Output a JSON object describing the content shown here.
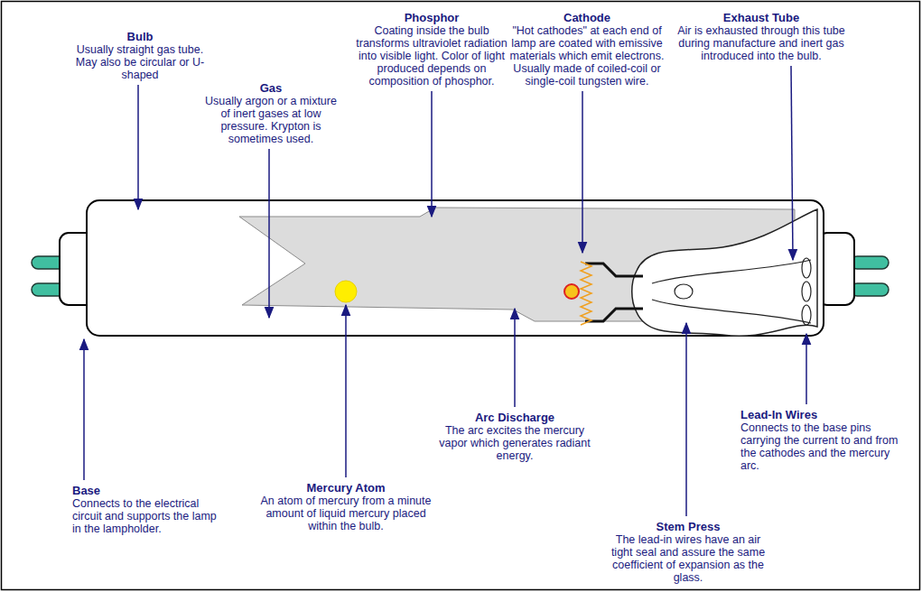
{
  "diagram": {
    "labels": [
      "Bulb",
      "Usually straight gas tube. May also be circular or U- shaped",
      "Gas",
      "Usually argon or a mixture of inert gases at low pressure. Krypton is sometimes used.",
      "Phosphor",
      "Coating inside the bulb transforms ultraviolet radiation into visible light. Color of light produced depends on composition of phosphor.",
      "Cathode",
      "\"Hot cathodes\" at each end of lamp are coated with emissive materials which emit electrons. Usually made of coiled-coil or single-coil tungsten wire.",
      "Exhaust Tube",
      "Air is exhausted through this tube during manufacture and inert gas introduced into the bulb.",
      "Lead-In Wires",
      "Connects to the base pins carrying the current to and from the cathodes and the mercury arc.",
      "Arc Discharge",
      "The arc excites the mercury vapor which generates radiant energy.",
      "Base",
      "Connects to the electrical circuit and supports the lamp in the lampholder.",
      "Mercury Atom",
      "An atom of mercury from a minute amount of liquid mercury placed within the bulb.",
      "Stem Press",
      "The lead-in wires have an air tight seal and assure the same coefficient of expansion as the glass."
    ]
  }
}
